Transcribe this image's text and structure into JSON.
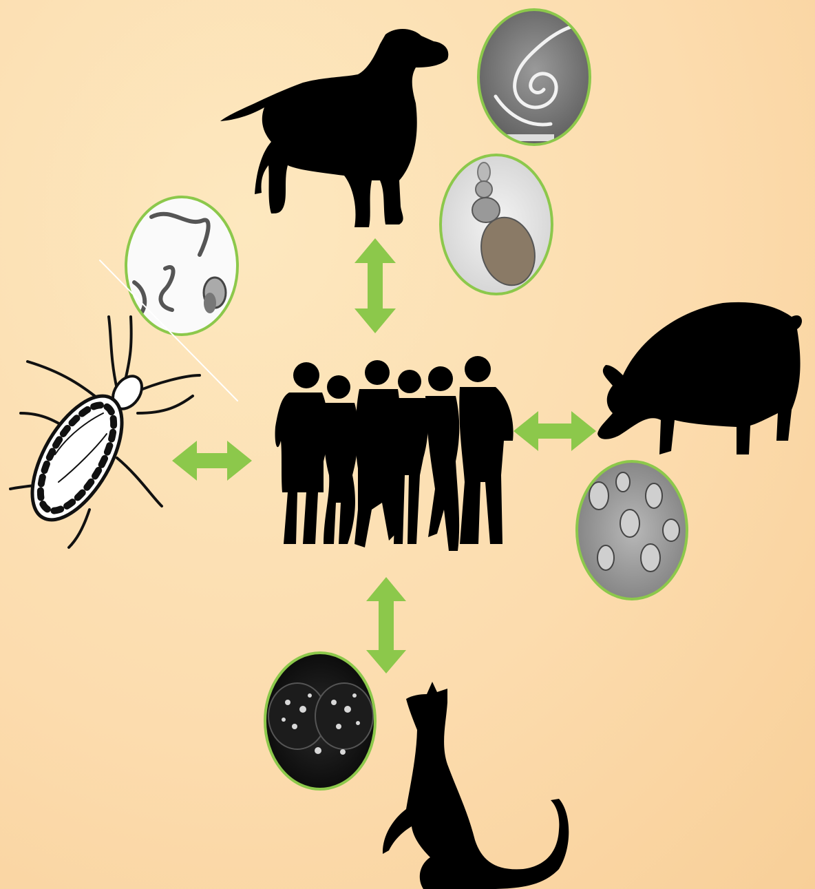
{
  "palette": {
    "background": "#fde2b6",
    "silhouette": "#000000",
    "arrow": "#8cc84b",
    "circle_border": "#8cc84b"
  },
  "nodes": {
    "center": {
      "name": "human-group",
      "icon": "people-silhouette-icon"
    },
    "top": {
      "name": "dog",
      "icon": "dog-silhouette-icon"
    },
    "right": {
      "name": "pig",
      "icon": "pig-silhouette-icon"
    },
    "bottom": {
      "name": "cat",
      "icon": "cat-silhouette-icon"
    },
    "left": {
      "name": "triatomine-bug",
      "icon": "bug-drawing-icon"
    }
  },
  "micrographs": [
    {
      "name": "micrograph-coiled-larva",
      "icon": "coiled-larva-icon",
      "tone": "dark-gray"
    },
    {
      "name": "micrograph-tapeworm-segments",
      "icon": "tapeworm-icon",
      "tone": "light-gray"
    },
    {
      "name": "micrograph-trypanosomes",
      "icon": "trypanosome-icon",
      "tone": "white"
    },
    {
      "name": "micrograph-muscle-cysts",
      "icon": "muscle-cyst-icon",
      "tone": "mid-gray"
    },
    {
      "name": "micrograph-oocysts",
      "icon": "oocyst-icon",
      "tone": "black"
    }
  ],
  "arrows": [
    {
      "name": "arrow-human-dog",
      "direction": "vertical"
    },
    {
      "name": "arrow-human-pig",
      "direction": "horizontal"
    },
    {
      "name": "arrow-human-cat",
      "direction": "vertical"
    },
    {
      "name": "arrow-human-bug",
      "direction": "horizontal"
    }
  ]
}
